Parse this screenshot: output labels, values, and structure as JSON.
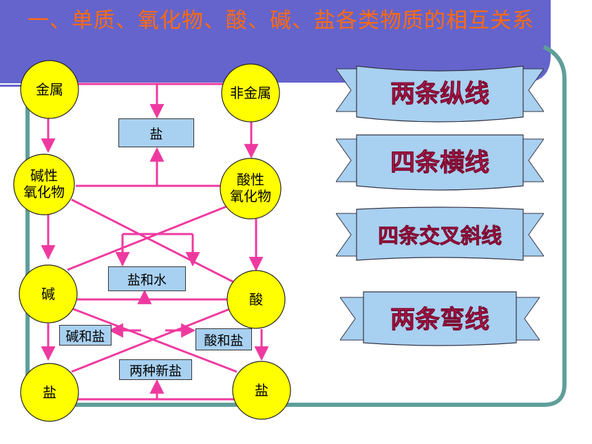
{
  "title": "一、单质、氧化物、酸、碱、盐各类物质的相互关系",
  "nodes": {
    "metal": "金属",
    "nonmetal": "非金属",
    "basic_oxide": [
      "碱性",
      "氧化物"
    ],
    "acidic_oxide": [
      "酸性",
      "氧化物"
    ],
    "base": "碱",
    "acid": "酸",
    "salt_left": "盐",
    "salt_right": "盐"
  },
  "boxes": {
    "salt_top": "盐",
    "salt_water": "盐和水",
    "base_salt": "碱和盐",
    "acid_salt": "酸和盐",
    "two_new_salts": "两种新盐"
  },
  "ribbons": [
    "两条纵线",
    "四条横线",
    "四条交叉斜线",
    "两条弯线"
  ],
  "colors": {
    "banner": "#6464cc",
    "frame": "#5f9e9a",
    "node_fill": "#ffff00",
    "arrow": "#ee3aa0",
    "box_fill": "#a8d0f0",
    "ribbon_fill": "#a8d0f0",
    "ribbon_text": "#e0245e",
    "title": "#ff6a10"
  }
}
